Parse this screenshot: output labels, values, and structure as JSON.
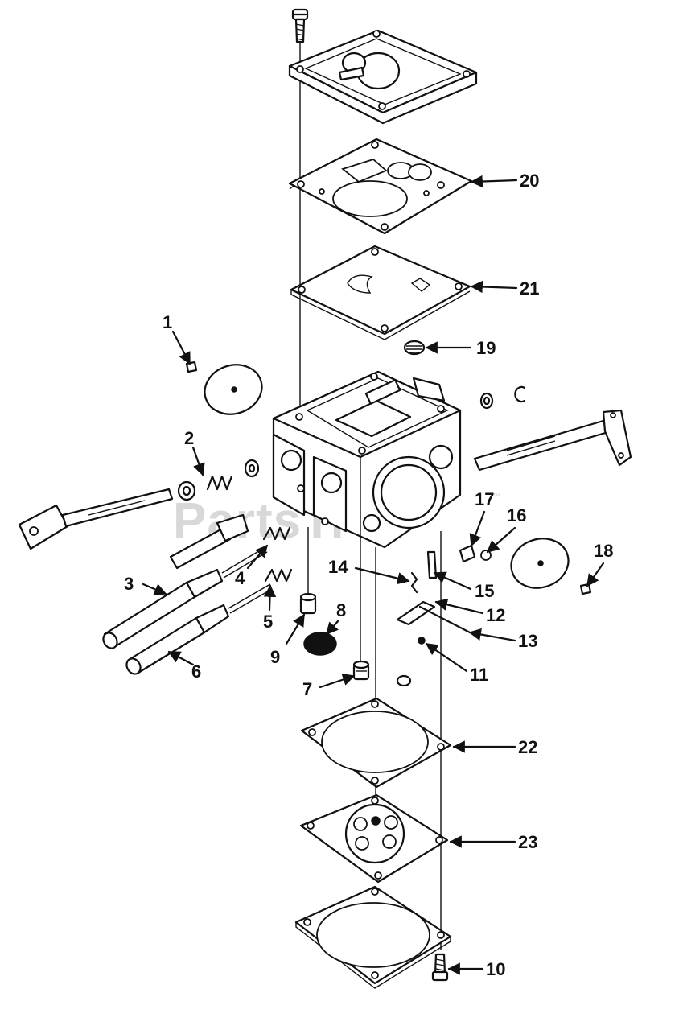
{
  "watermark": {
    "text": "PartsTree",
    "trademark": "™"
  },
  "callouts": [
    {
      "number": "1"
    },
    {
      "number": "2"
    },
    {
      "number": "3"
    },
    {
      "number": "4"
    },
    {
      "number": "5"
    },
    {
      "number": "6"
    },
    {
      "number": "7"
    },
    {
      "number": "8"
    },
    {
      "number": "9"
    },
    {
      "number": "10"
    },
    {
      "number": "11"
    },
    {
      "number": "12"
    },
    {
      "number": "13"
    },
    {
      "number": "14"
    },
    {
      "number": "15"
    },
    {
      "number": "16"
    },
    {
      "number": "17"
    },
    {
      "number": "18"
    },
    {
      "number": "19"
    },
    {
      "number": "20"
    },
    {
      "number": "21"
    },
    {
      "number": "22"
    },
    {
      "number": "23"
    }
  ]
}
